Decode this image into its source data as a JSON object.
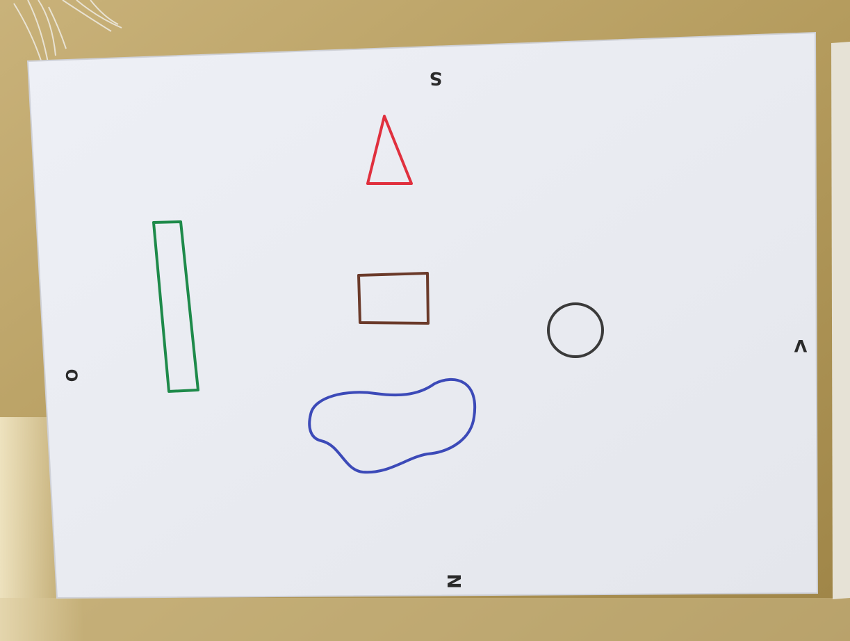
{
  "scene": {
    "description_type": "photo",
    "colors": {
      "table": "#b79f63",
      "paper": "#eceef4",
      "paper_edge": "#d6d8de",
      "triangle": "#e0303e",
      "rectangle": "#6b3a2a",
      "bar": "#1e8a4a",
      "circle": "#3a3a3a",
      "blob": "#3c4ab8",
      "ink": "#2a2a2a"
    }
  },
  "markings": {
    "top": "S",
    "bottom": "N",
    "left": "O",
    "right": "V"
  },
  "shapes": [
    {
      "kind": "triangle",
      "color": "#e0303e"
    },
    {
      "kind": "rectangle",
      "color": "#6b3a2a"
    },
    {
      "kind": "bar",
      "color": "#1e8a4a"
    },
    {
      "kind": "circle",
      "color": "#3a3a3a"
    },
    {
      "kind": "blob",
      "color": "#3c4ab8"
    }
  ]
}
